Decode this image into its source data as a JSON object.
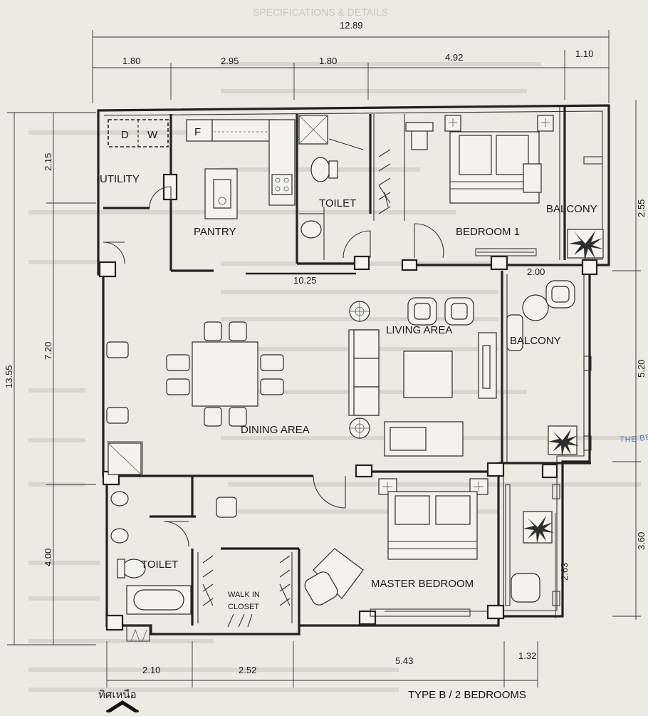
{
  "rooms": {
    "utility": "UTILITY",
    "pantry": "PANTRY",
    "toilet_top": "TOILET",
    "bedroom1": "BEDROOM 1",
    "balcony_top": "BALCONY",
    "living": "LIVING AREA",
    "balcony_mid": "BALCONY",
    "dining": "DINING AREA",
    "toilet_bottom": "TOILET",
    "walk_in_closet_line1": "WALK IN",
    "walk_in_closet_line2": "CLOSET",
    "master_bedroom": "MASTER BEDROOM"
  },
  "appliances": {
    "dryer": "D",
    "washer": "W",
    "fridge": "F"
  },
  "dimensions": {
    "top_total": "12.89",
    "top_1": "1.80",
    "top_2": "2.95",
    "top_3": "1.80",
    "top_4": "4.92",
    "top_5": "1.10",
    "inner_top": "10.25",
    "left_total": "13.55",
    "left_1": "2.15",
    "left_2": "7.20",
    "left_3": "4.00",
    "right_1": "2.55",
    "right_2": "5.20",
    "right_3": "3.60",
    "inner_right_1": "2.00",
    "inner_right_2": "2.63",
    "bottom_1": "2.10",
    "bottom_2": "2.52",
    "bottom_3": "5.43",
    "bottom_4": "1.32"
  },
  "footer": {
    "north_label": "ทิศเหนือ",
    "type_label": "TYPE B  /  2 BEDROOMS"
  },
  "stamp_text": "THE BEST CONDOMINIUM CO., LTD.",
  "ghost_header": "SPECIFICATIONS & DETAILS"
}
